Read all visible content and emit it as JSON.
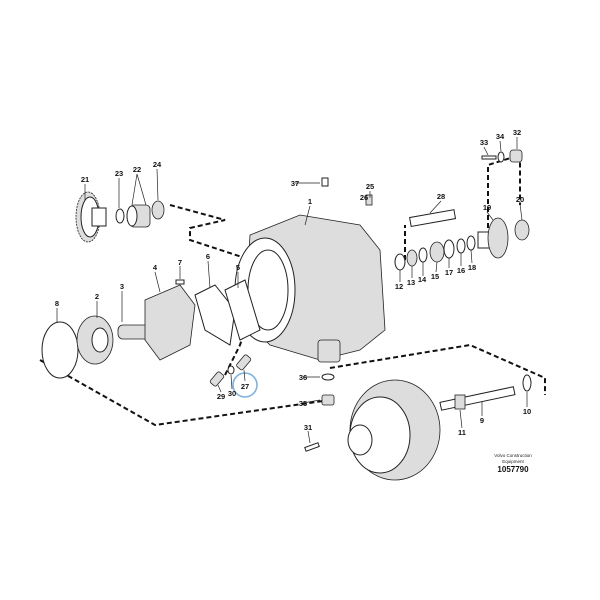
{
  "diagram": {
    "labels": {
      "p1": "1",
      "p2": "2",
      "p3": "3",
      "p4": "4",
      "p5": "5",
      "p6": "6",
      "p7": "7",
      "p8": "8",
      "p9": "9",
      "p10": "10",
      "p11": "11",
      "p12": "12",
      "p13": "13",
      "p14": "14",
      "p15": "15",
      "p16": "16",
      "p17": "17",
      "p18": "18",
      "p19": "19",
      "p20": "20",
      "p21": "21",
      "p22": "22",
      "p23": "23",
      "p24": "24",
      "p25": "25",
      "p26": "26",
      "p27": "27",
      "p28": "28",
      "p29": "29",
      "p30": "30",
      "p31": "31",
      "p32": "32",
      "p33": "33",
      "p34": "34",
      "p35": "35",
      "p36": "36",
      "p37": "37"
    },
    "highlighted_part": "27",
    "highlight_color": "#7fb2dc",
    "caption_line1": "Volvo Construction",
    "caption_line2": "Equipment",
    "document_number": "1057790"
  }
}
